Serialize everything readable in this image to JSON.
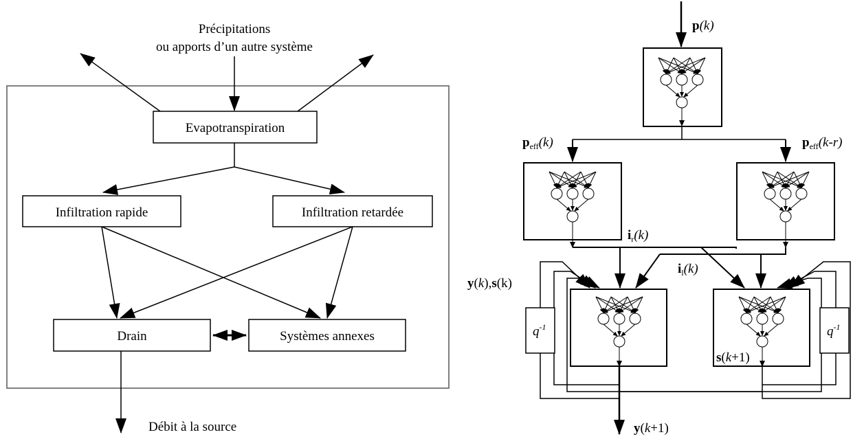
{
  "conceptual": {
    "input_line1": "Précipitations",
    "input_line2": "ou apports d’un autre système",
    "evapotranspiration": "Evapotranspiration",
    "infiltration_rapide": "Infiltration rapide",
    "infiltration_retardee": "Infiltration retardée",
    "drain": "Drain",
    "systemes_annexes": "Systèmes annexes",
    "output": "Débit à la source"
  },
  "network": {
    "p_k": {
      "sym": "p",
      "arg": "(k)"
    },
    "peff_k": {
      "sym": "p",
      "sub": "eff",
      "arg": "(k)"
    },
    "peff_kr": {
      "sym": "p",
      "sub": "eff",
      "arg": "(k-r)"
    },
    "ir_k": {
      "sym": "i",
      "sub": "r",
      "arg": "(k)"
    },
    "il_k": {
      "sym": "i",
      "sub": "l",
      "arg": "(k)"
    },
    "ys_k": "y(k),s(k)",
    "q_inverse": {
      "base": "q",
      "exp": "-1"
    },
    "s_k1": "s(k+1)",
    "y_k1": "y(k+1)"
  }
}
